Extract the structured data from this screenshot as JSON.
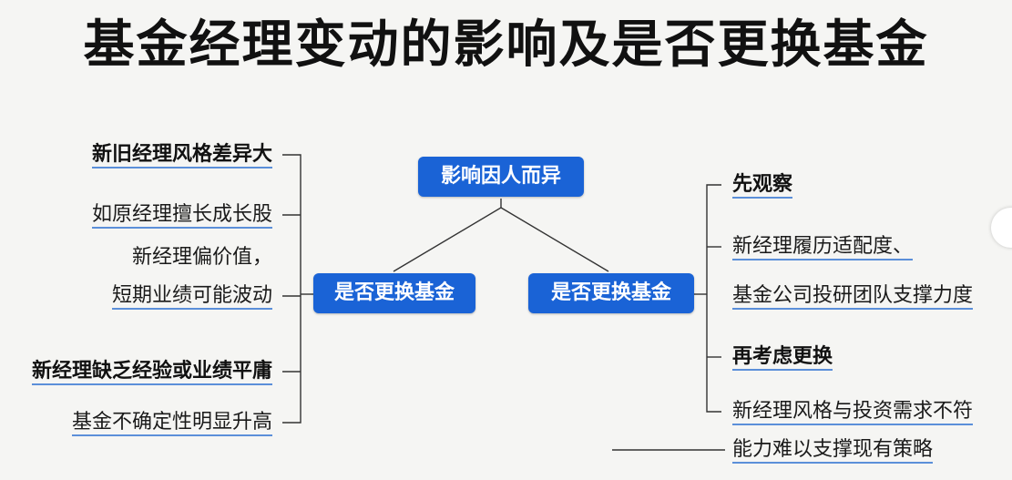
{
  "title": "基金经理变动的影响及是否更换基金",
  "center_node": "影响因人而异",
  "left_node": "是否更换基金",
  "right_node": "是否更换基金",
  "left_items": [
    "新旧经理风格差异大",
    "如原经理擅长成长股",
    "新经理偏价值，",
    "短期业绩可能波动",
    "新经理缺乏经验或业绩平庸",
    "基金不确定性明显升高"
  ],
  "right_items": [
    "先观察",
    "新经理履历适配度、",
    "基金公司投研团队支撑力度",
    "再考虑更换",
    "新经理风格与投资需求不符",
    "能力难以支撑现有策略"
  ]
}
